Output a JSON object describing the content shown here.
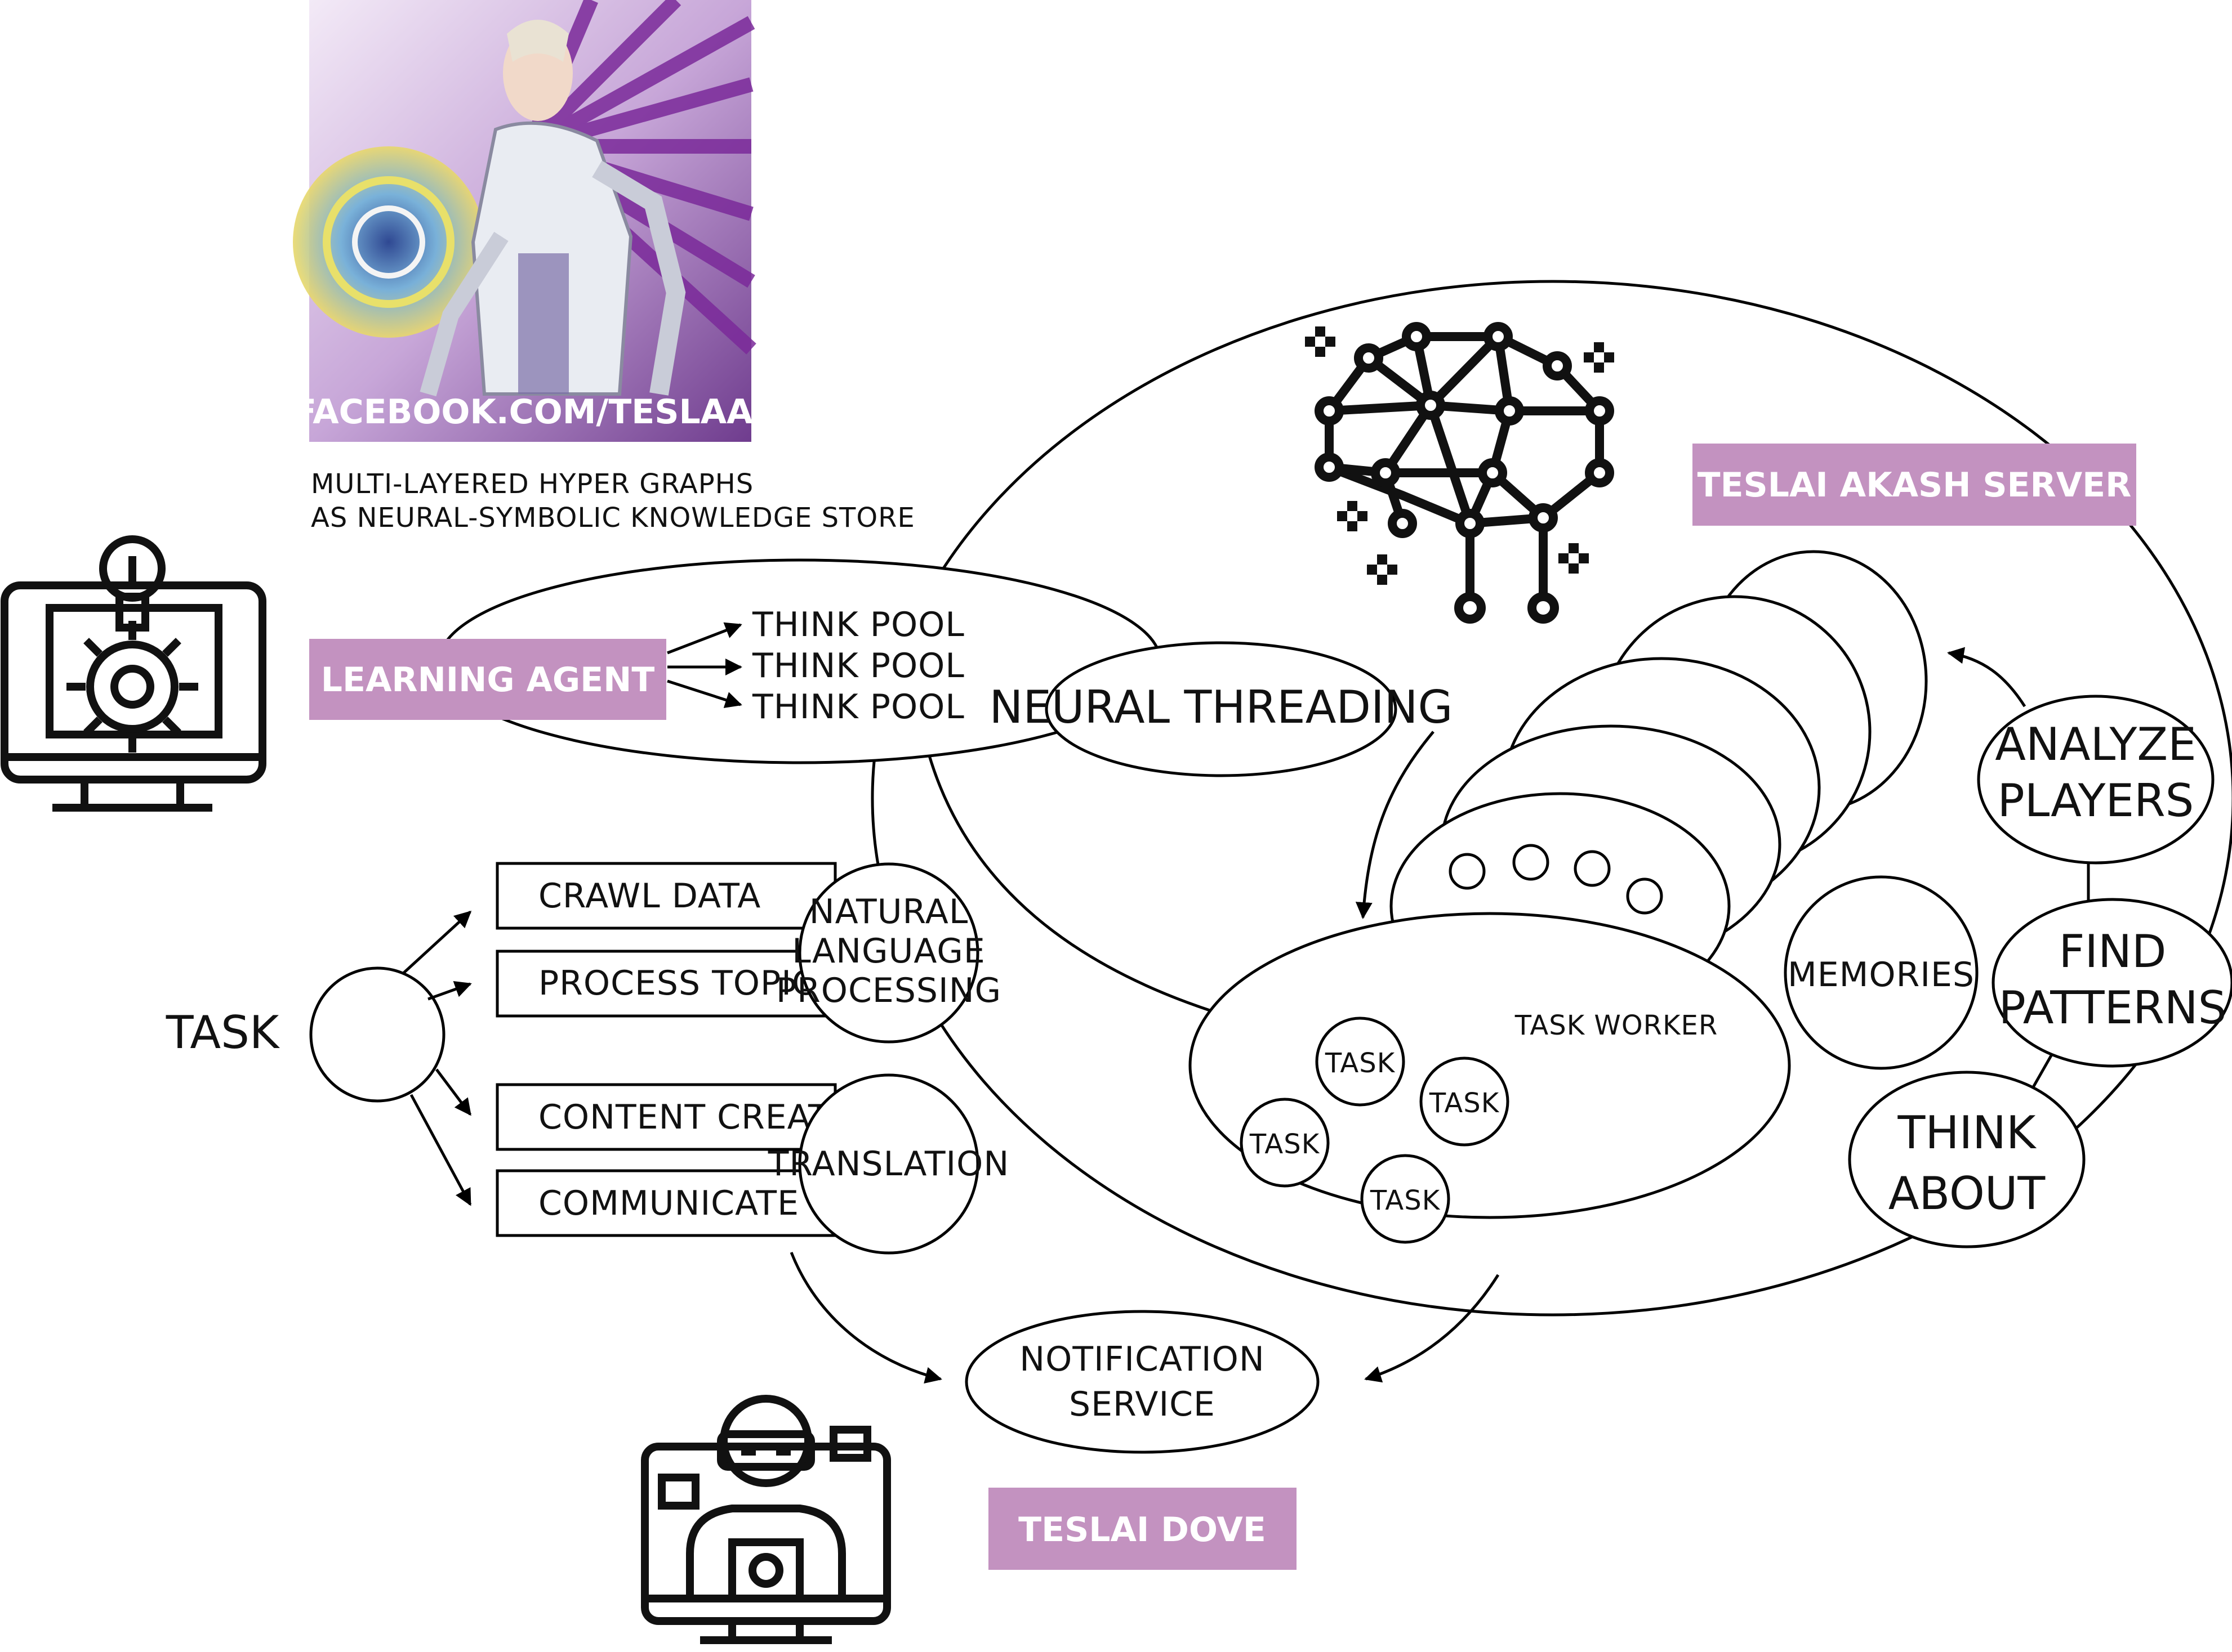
{
  "photo": {
    "caption": "FACEBOOK.COM/TESLAAI"
  },
  "graph_caption": {
    "line1": "MULTI-LAYERED HYPER GRAPHS",
    "line2": "AS NEURAL-SYMBOLIC KNOWLEDGE STORE"
  },
  "tags": {
    "learning_agent": "LEARNING AGENT",
    "akash_server": "TESLAI AKASH SERVER",
    "dove": "TESLAI DOVE"
  },
  "think_pools": [
    "THINK POOL",
    "THINK POOL",
    "THINK POOL"
  ],
  "neural_threading": "NEURAL THREADING",
  "task_label": "TASK",
  "task_boxes": [
    "CRAWL DATA",
    "PROCESS TOPIC GRAPH",
    "CONTENT CREATE",
    "COMMUNICATE"
  ],
  "nlp": {
    "line1": "NATURAL",
    "line2": "LANGUAGE",
    "line3": "PROCESSING"
  },
  "translation": "TRANSLATION",
  "task_worker": {
    "title": "TASK WORKER",
    "tasks": [
      "TASK",
      "TASK",
      "TASK",
      "TASK"
    ]
  },
  "memories": "MEMORIES",
  "analyze": {
    "line1": "ANALYZE",
    "line2": "PLAYERS"
  },
  "find": {
    "line1": "FIND",
    "line2": "PATTERNS"
  },
  "think": {
    "line1": "THINK",
    "line2": "ABOUT"
  },
  "notification": {
    "line1": "NOTIFICATION",
    "line2": "SERVICE"
  },
  "colors": {
    "tag_fill": "#c392c0",
    "tag_text": "#ffffff",
    "line": "#000000"
  }
}
